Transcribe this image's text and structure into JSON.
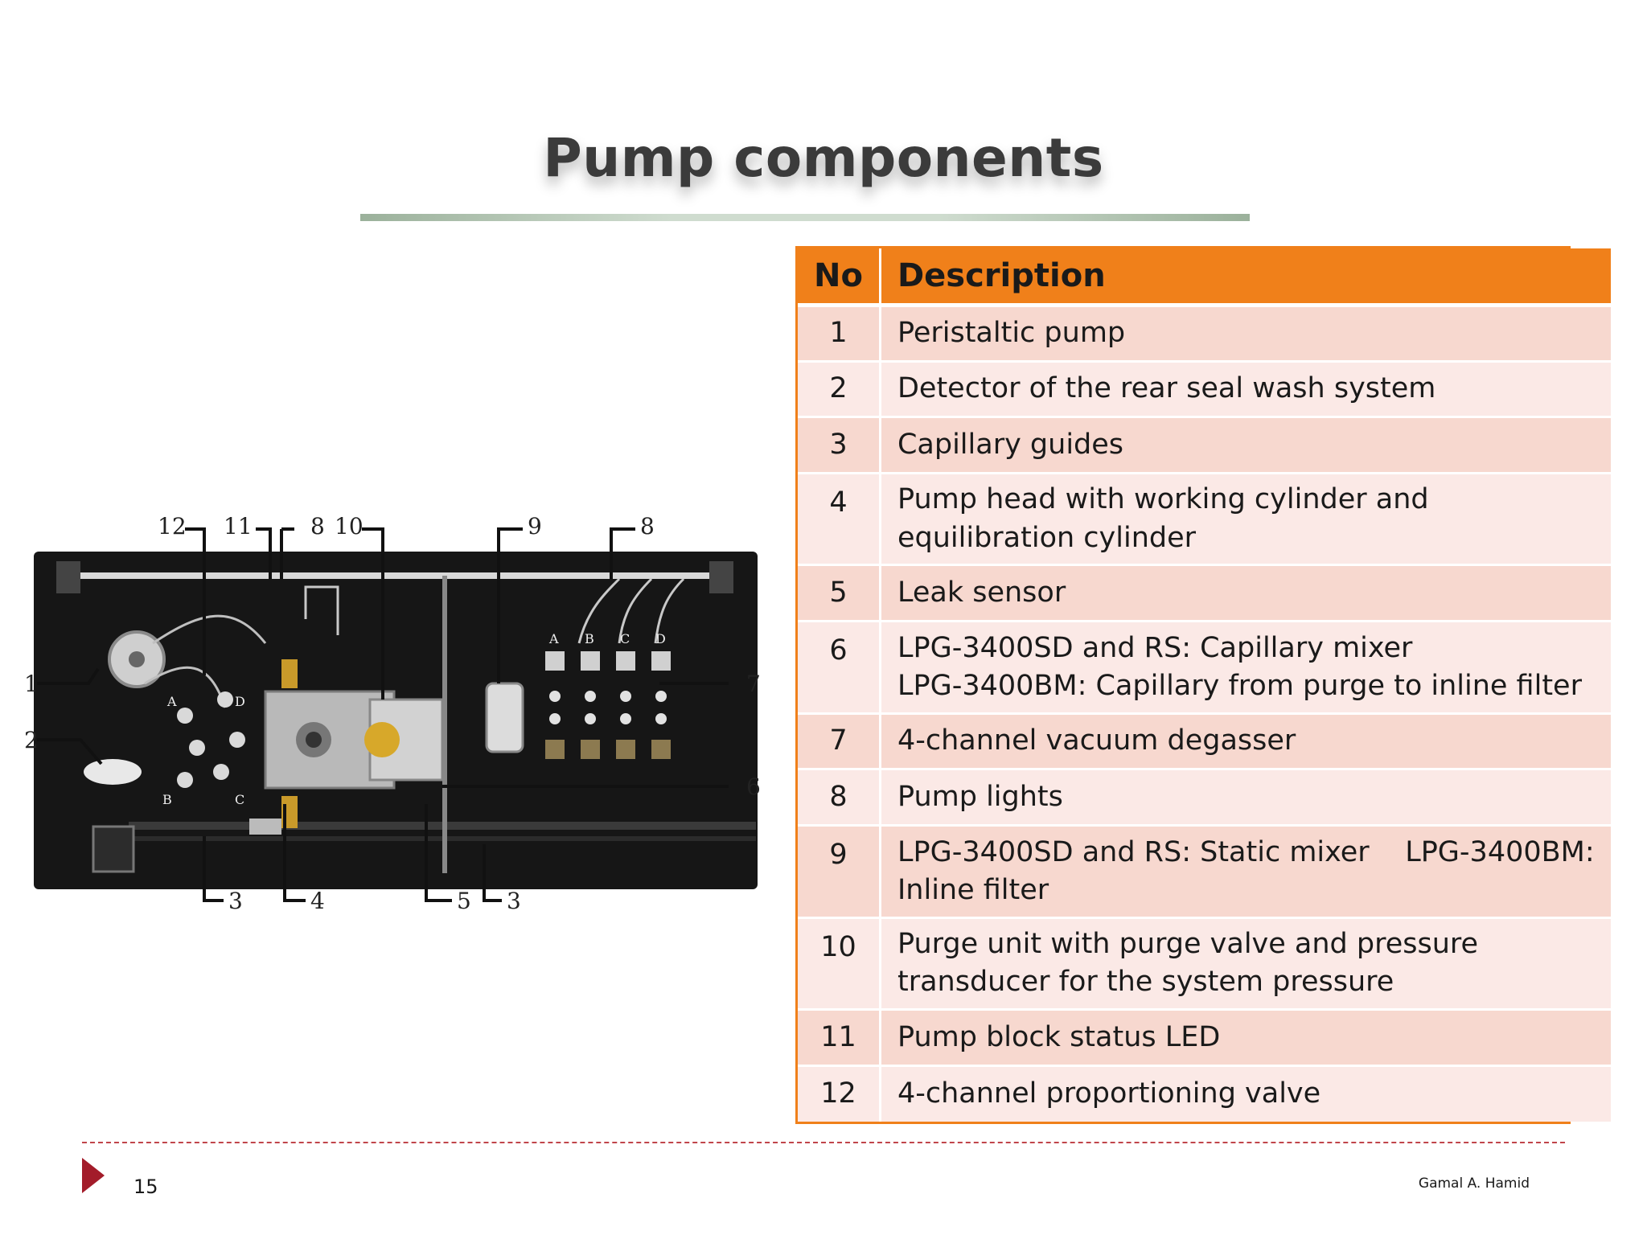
{
  "slide": {
    "title": "Pump components",
    "page_number": "15",
    "author": "Gamal A. Hamid"
  },
  "table": {
    "headers": {
      "no": "No",
      "description": "Description"
    },
    "rows": [
      {
        "no": "1",
        "lines": [
          "Peristaltic pump"
        ]
      },
      {
        "no": "2",
        "lines": [
          "Detector of the rear seal wash system"
        ]
      },
      {
        "no": "3",
        "lines": [
          "Capillary guides"
        ]
      },
      {
        "no": "4",
        "lines": [
          "Pump head with working cylinder and",
          "equilibration cylinder"
        ]
      },
      {
        "no": "5",
        "lines": [
          "Leak sensor"
        ]
      },
      {
        "no": "6",
        "lines": [
          "LPG-3400SD and RS: Capillary mixer",
          "LPG-3400BM: Capillary from purge to inline filter"
        ]
      },
      {
        "no": "7",
        "lines": [
          "4-channel vacuum degasser"
        ]
      },
      {
        "no": "8",
        "lines": [
          "Pump lights"
        ]
      },
      {
        "no": "9",
        "lines": [
          "LPG-3400SD and RS: Static mixer    LPG-3400BM:",
          "Inline filter"
        ]
      },
      {
        "no": "10",
        "lines": [
          "Purge unit with purge valve and pressure",
          "transducer for the system pressure"
        ]
      },
      {
        "no": "11",
        "lines": [
          "Pump block status LED"
        ]
      },
      {
        "no": "12",
        "lines": [
          "4-channel proportioning valve"
        ]
      }
    ]
  },
  "figure": {
    "callouts_top": [
      "12",
      "11",
      "8",
      "10",
      "9",
      "8"
    ],
    "callouts_side": [
      "1",
      "2",
      "7",
      "6"
    ],
    "callouts_bottom": [
      "3",
      "4",
      "5",
      "3"
    ],
    "channel_letters": [
      "A",
      "B",
      "C",
      "D",
      "A",
      "B",
      "C",
      "D"
    ]
  }
}
